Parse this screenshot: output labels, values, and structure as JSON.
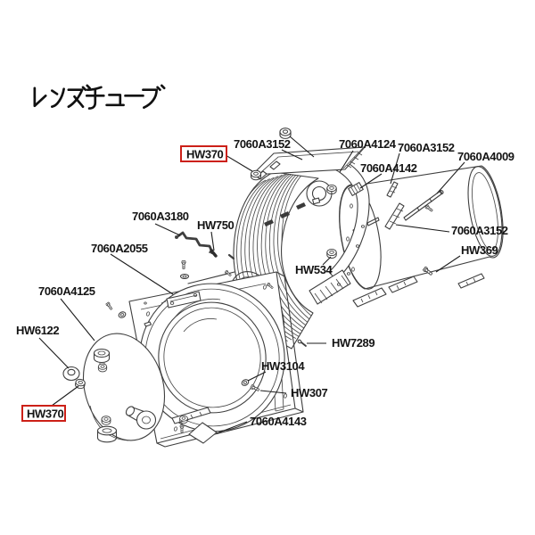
{
  "title": "レンズチューブ",
  "diagram": {
    "description": "Exploded parts diagram of a lens tube assembly",
    "colors": {
      "background": "#ffffff",
      "line": "#3f3f3f",
      "label_text": "#141414",
      "highlight_box": "#cc2018"
    },
    "highlighted_part": "HW370",
    "callouts": [
      {
        "label": "7060A3152",
        "highlighted": false
      },
      {
        "label": "7060A4124",
        "highlighted": false
      },
      {
        "label": "7060A3152",
        "highlighted": false
      },
      {
        "label": "7060A4009",
        "highlighted": false
      },
      {
        "label": "7060A4142",
        "highlighted": false
      },
      {
        "label": "HW370",
        "highlighted": true
      },
      {
        "label": "7060A3180",
        "highlighted": false
      },
      {
        "label": "HW750",
        "highlighted": false
      },
      {
        "label": "7060A2055",
        "highlighted": false
      },
      {
        "label": "HW534",
        "highlighted": false
      },
      {
        "label": "7060A3152",
        "highlighted": false
      },
      {
        "label": "HW369",
        "highlighted": false
      },
      {
        "label": "7060A4125",
        "highlighted": false
      },
      {
        "label": "HW6122",
        "highlighted": false
      },
      {
        "label": "HW370",
        "highlighted": true
      },
      {
        "label": "HW7289",
        "highlighted": false
      },
      {
        "label": "HW3104",
        "highlighted": false
      },
      {
        "label": "HW307",
        "highlighted": false
      },
      {
        "label": "7060A4143",
        "highlighted": false
      }
    ]
  }
}
